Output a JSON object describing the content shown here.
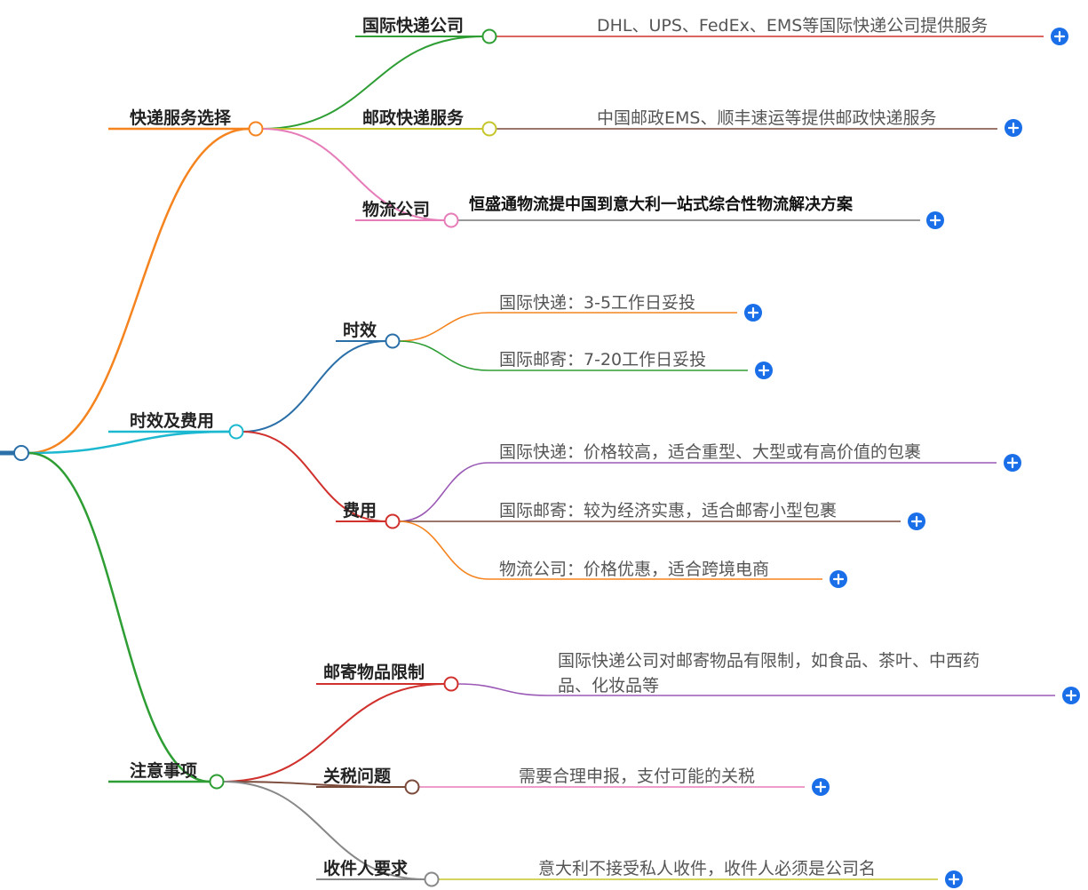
{
  "branches": [
    {
      "label": "快递服务选择",
      "color": "#f5841f",
      "children": [
        {
          "label": "国际快递公司",
          "color": "#2e9e34",
          "leaves": [
            {
              "text": [
                "DHL、UPS、FedEx、EMS等国际快递公司提供服务"
              ],
              "color": "#d0312d"
            }
          ]
        },
        {
          "label": "邮政快递服务",
          "color": "#c6c62c",
          "leaves": [
            {
              "text": [
                "中国邮政EMS、顺丰速运等提供邮政快递服务"
              ],
              "color": "#7a4a3a"
            }
          ]
        },
        {
          "label": "物流公司",
          "color": "#e67db9",
          "leaves": [
            {
              "text": [
                "恒盛通物流提中国到意大利一站式综合性物流解决方案"
              ],
              "color": "#777777",
              "bold": true
            }
          ]
        }
      ]
    },
    {
      "label": "时效及费用",
      "color": "#1bb8d0",
      "children": [
        {
          "label": "时效",
          "color": "#2a6fa8",
          "leaves": [
            {
              "text": [
                "国际快递：3-5工作日妥投"
              ],
              "color": "#f5841f"
            },
            {
              "text": [
                "国际邮寄：7-20工作日妥投"
              ],
              "color": "#2e9e34"
            }
          ]
        },
        {
          "label": "费用",
          "color": "#d0312d",
          "leaves": [
            {
              "text": [
                "国际快递：价格较高，适合重型、大型或有高价值的包裹"
              ],
              "color": "#9b59b6"
            },
            {
              "text": [
                "国际邮寄：较为经济实惠，适合邮寄小型包裹"
              ],
              "color": "#7a4a3a"
            },
            {
              "text": [
                "物流公司：价格优惠，适合跨境电商"
              ],
              "color": "#f5841f"
            }
          ]
        }
      ]
    },
    {
      "label": "注意事项",
      "color": "#2e9e34",
      "children": [
        {
          "label": "邮寄物品限制",
          "color": "#d0312d",
          "leaves": [
            {
              "text": [
                "国际快递公司对邮寄物品有限制，如食品、茶叶、中西药",
                "品、化妆品等"
              ],
              "color": "#9b59b6"
            }
          ]
        },
        {
          "label": "关税问题",
          "color": "#7a4a3a",
          "leaves": [
            {
              "text": [
                "需要合理申报，支付可能的关税"
              ],
              "color": "#e67db9"
            }
          ]
        },
        {
          "label": "收件人要求",
          "color": "#888888",
          "leaves": [
            {
              "text": [
                "意大利不接受私人收件，收件人必须是公司名"
              ],
              "color": "#c6c62c"
            }
          ]
        }
      ]
    }
  ],
  "root_color": "#2a6fa8",
  "expand_icon": "plus-circle-icon"
}
